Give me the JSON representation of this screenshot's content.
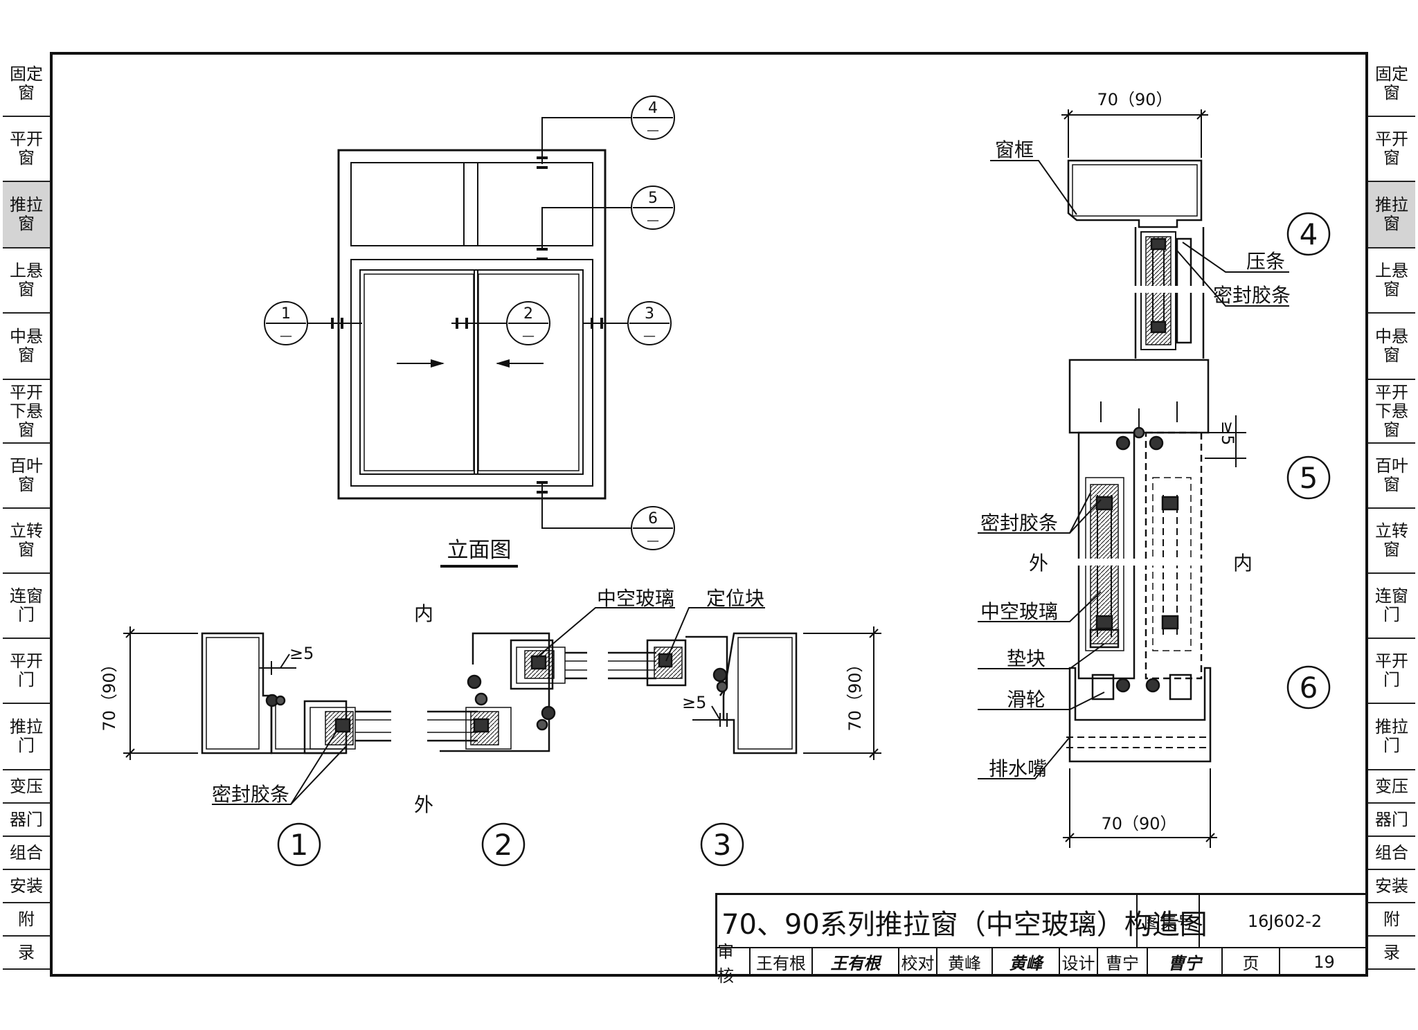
{
  "side_tabs": [
    "固定窗",
    "平开窗",
    "推拉窗",
    "上悬窗",
    "中悬窗",
    "平开下悬窗",
    "百叶窗",
    "立转窗",
    "连窗门",
    "平开门",
    "推拉门",
    "变压",
    "器门",
    "组合",
    "安装",
    "附",
    "录"
  ],
  "active_tab": "推拉窗",
  "elevation": {
    "caption": "立面图",
    "markers": [
      {
        "num": "4",
        "sub": "—"
      },
      {
        "num": "5",
        "sub": "—"
      },
      {
        "num": "1",
        "sub": "—"
      },
      {
        "num": "2",
        "sub": "—"
      },
      {
        "num": "3",
        "sub": "—"
      },
      {
        "num": "6",
        "sub": "—"
      }
    ]
  },
  "horizontal_section": {
    "inner_label": "内",
    "outer_label": "外",
    "dim_left": "70（90）",
    "dim_right": "70（90）",
    "gap_1": "≥5",
    "gap_3": "≥5",
    "label_seal": "密封胶条",
    "label_glass": "中空玻璃",
    "label_locator": "定位块",
    "detail_nums": [
      "1",
      "2",
      "3"
    ]
  },
  "vertical_section": {
    "dim_top": "70（90）",
    "dim_bottom": "70（90）",
    "gap": "≥5",
    "outer_label": "外",
    "inner_label": "内",
    "labels": {
      "frame": "窗框",
      "bead": "压条",
      "seal_top": "密封胶条",
      "seal_mid": "密封胶条",
      "glass": "中空玻璃",
      "pad": "垫块",
      "pulley": "滑轮",
      "drain": "排水嘴"
    },
    "detail_nums": [
      "4",
      "5",
      "6"
    ]
  },
  "title_block": {
    "title": "70、90系列推拉窗（中空玻璃）构造图",
    "atlas_label": "图集号",
    "atlas_no": "16J602-2",
    "review_label": "审核",
    "reviewer": "王有根",
    "reviewer_sig": "王有根",
    "check_label": "校对",
    "checker": "黄峰",
    "checker_sig": "黄峰",
    "design_label": "设计",
    "designer": "曹宁",
    "designer_sig": "曹宁",
    "page_label": "页",
    "page_no": "19"
  }
}
